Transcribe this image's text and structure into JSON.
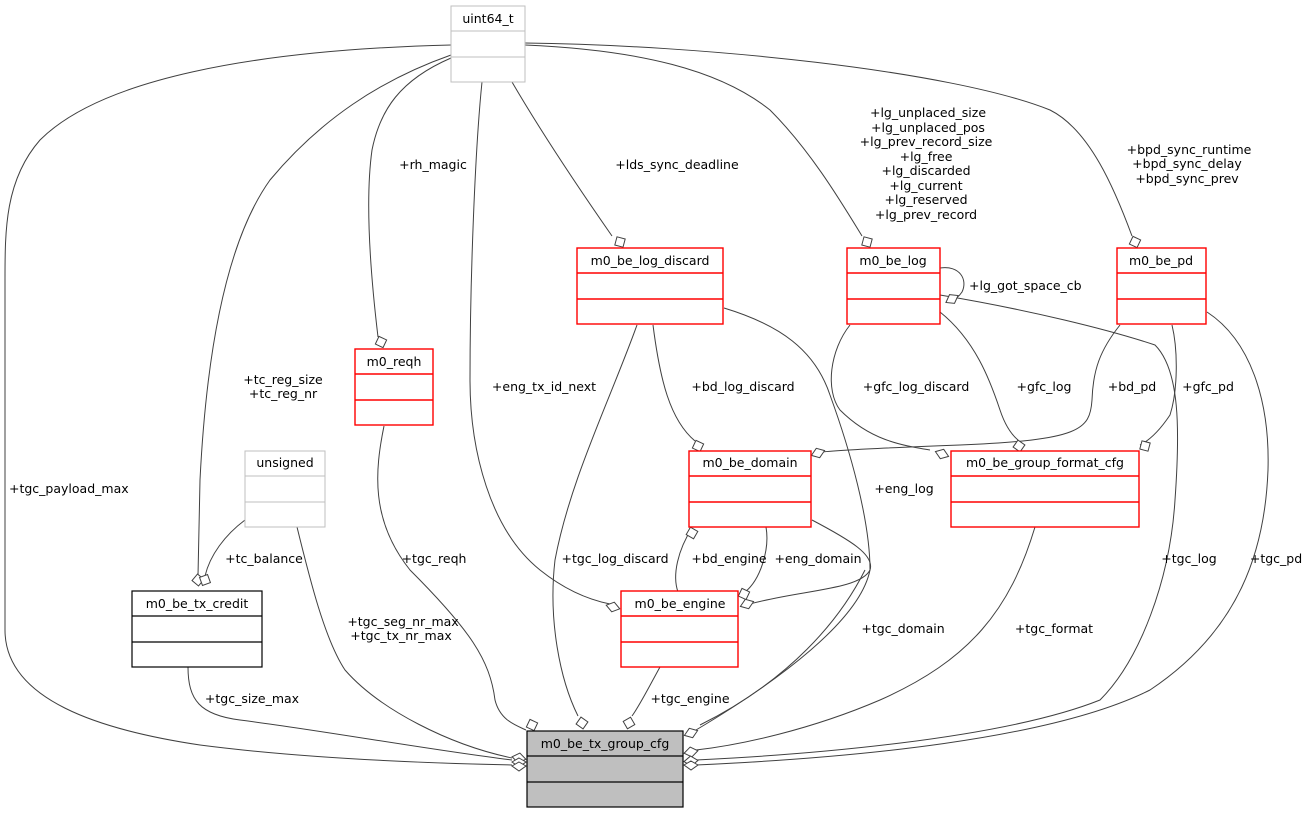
{
  "diagram": {
    "type": "collaboration-graph",
    "focus_class": "m0_be_tx_group_cfg",
    "colors": {
      "main_fill": "#bfbfbf",
      "documented_border": "#ff0000",
      "undocumented_border": "#bfbfbf",
      "plain_border": "#000000",
      "edge": "#404040"
    },
    "nodes": {
      "uint64_t": "uint64_t",
      "m0_reqh": "m0_reqh",
      "unsigned": "unsigned",
      "m0_be_tx_credit": "m0_be_tx_credit",
      "m0_be_log_discard": "m0_be_log_discard",
      "m0_be_log": "m0_be_log",
      "m0_be_pd": "m0_be_pd",
      "m0_be_domain": "m0_be_domain",
      "m0_be_group_format_cfg": "m0_be_group_format_cfg",
      "m0_be_engine": "m0_be_engine",
      "m0_be_tx_group_cfg": "m0_be_tx_group_cfg"
    },
    "labels": {
      "tgc_payload_max": "+tgc_payload_max",
      "tc_reg_size": "+tc_reg_size",
      "tc_reg_nr": "+tc_reg_nr",
      "rh_magic": "+rh_magic",
      "eng_tx_id_next": "+eng_tx_id_next",
      "lds_sync_deadline": "+lds_sync_deadline",
      "lg_unplaced_size": "+lg_unplaced_size",
      "lg_unplaced_pos": "+lg_unplaced_pos",
      "lg_prev_record_size": "+lg_prev_record_size",
      "lg_free": "+lg_free",
      "lg_discarded": "+lg_discarded",
      "lg_current": "+lg_current",
      "lg_reserved": "+lg_reserved",
      "lg_prev_record": "+lg_prev_record",
      "bpd_sync_runtime": "+bpd_sync_runtime",
      "bpd_sync_delay": "+bpd_sync_delay",
      "bpd_sync_prev": "+bpd_sync_prev",
      "lg_got_space_cb": "+lg_got_space_cb",
      "bd_log_discard": "+bd_log_discard",
      "gfc_log_discard": "+gfc_log_discard",
      "gfc_log": "+gfc_log",
      "bd_pd": "+bd_pd",
      "gfc_pd": "+gfc_pd",
      "eng_log": "+eng_log",
      "tc_balance": "+tc_balance",
      "tgc_reqh": "+tgc_reqh",
      "tgc_log_discard": "+tgc_log_discard",
      "bd_engine": "+bd_engine",
      "eng_domain": "+eng_domain",
      "tgc_seg_nr_max": "+tgc_seg_nr_max",
      "tgc_tx_nr_max": "+tgc_tx_nr_max",
      "tgc_domain": "+tgc_domain",
      "tgc_format": "+tgc_format",
      "tgc_log": "+tgc_log",
      "tgc_pd": "+tgc_pd",
      "tgc_size_max": "+tgc_size_max",
      "tgc_engine": "+tgc_engine"
    }
  }
}
